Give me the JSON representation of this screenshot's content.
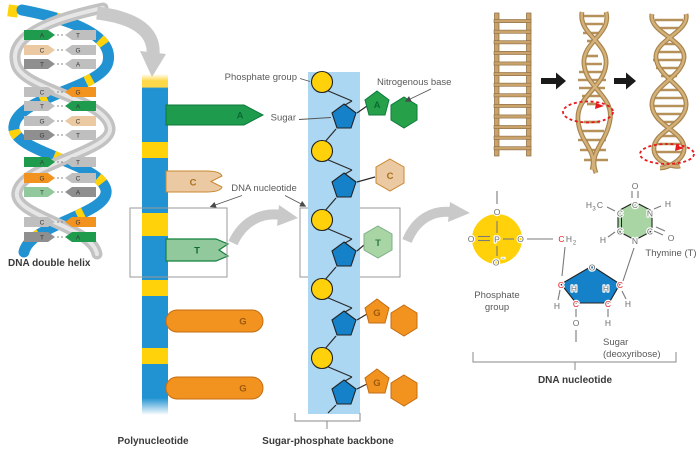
{
  "labels": {
    "dna_double_helix": "DNA double helix",
    "polynucleotide": "Polynucleotide",
    "sugar_phosphate_backbone": "Sugar-phosphate backbone",
    "dna_nucleotide": "DNA nucleotide",
    "phosphate_group": "Phosphate group",
    "sugar": "Sugar",
    "nitrogenous_base": "Nitrogenous base"
  },
  "helix": {
    "pairs": [
      {
        "left": "A",
        "right": "T",
        "left_fill": "#1F9B4D",
        "right_fill": "#BFBFBF"
      },
      {
        "left": "C",
        "right": "G",
        "left_fill": "#EBC9A2",
        "right_fill": "#BFBFBF"
      },
      {
        "left": "T",
        "right": "A",
        "left_fill": "#8F8F8F",
        "right_fill": "#BFBFBF"
      },
      {
        "left": "C",
        "right": "G",
        "left_fill": "#BFBFBF",
        "right_fill": "#F2921F"
      },
      {
        "left": "T",
        "right": "A",
        "left_fill": "#BFBFBF",
        "right_fill": "#1F9B4D"
      },
      {
        "left": "G",
        "right": "C",
        "left_fill": "#BFBFBF",
        "right_fill": "#EBC9A2"
      },
      {
        "left": "G",
        "right": "T",
        "left_fill": "#8F8F8F",
        "right_fill": "#BFBFBF"
      },
      {
        "left": "A",
        "right": "T",
        "left_fill": "#1F9B4D",
        "right_fill": "#BFBFBF"
      },
      {
        "left": "G",
        "right": "C",
        "left_fill": "#F2921F",
        "right_fill": "#BFBFBF"
      },
      {
        "left": "T",
        "right": "A",
        "left_fill": "#92C99C",
        "right_fill": "#8F8F8F"
      },
      {
        "left": "C",
        "right": "G",
        "left_fill": "#BFBFBF",
        "right_fill": "#F2921F"
      },
      {
        "left": "T",
        "right": "A",
        "left_fill": "#8F8F8F",
        "right_fill": "#1F9B4D"
      }
    ]
  },
  "polynucleotide": {
    "bases": [
      {
        "letter": "A",
        "fill": "#1F9B4D",
        "letter_color": "#0A6B33"
      },
      {
        "letter": "C",
        "fill": "#EBC9A2",
        "letter_color": "#A9701C"
      },
      {
        "letter": "T",
        "fill": "#92C99C",
        "letter_color": "#0F6B35"
      },
      {
        "letter": "G",
        "fill": "#F2921F",
        "letter_color": "#9C5A0E"
      },
      {
        "letter": "G",
        "fill": "#F2921F",
        "letter_color": "#9C5A0E"
      }
    ]
  },
  "backbone": {
    "bases": [
      {
        "letter": "A",
        "fill": "#27A149",
        "letter_color": "#0A6B33"
      },
      {
        "letter": "C",
        "fill": "#EBC9A2",
        "letter_color": "#A9701C"
      },
      {
        "letter": "T",
        "fill": "#A9D4A4",
        "letter_color": "#2F7A46"
      },
      {
        "letter": "G",
        "fill": "#F2921F",
        "letter_color": "#9C5A0E"
      },
      {
        "letter": "G",
        "fill": "#F2921F",
        "letter_color": "#9C5A0E"
      }
    ]
  },
  "chem": {
    "atoms": {
      "p": "P",
      "o": "O",
      "n": "N",
      "c": "C",
      "h": "H",
      "minus": "−",
      "sub2": "2",
      "sub3": "3"
    },
    "captions": {
      "phosphate_1": "Phosphate",
      "phosphate_2": "group",
      "sugar_1": "Sugar",
      "sugar_2": "(deoxyribose)",
      "thymine": "Thymine (T)",
      "nucleotide": "DNA nucleotide"
    }
  },
  "colors": {
    "strand_blue": "#2293D2",
    "highlight_yellow": "#FFD20A",
    "adenine_green": "#1F9B4D",
    "cytosine_tan": "#EBC9A2",
    "thymine_light_green": "#92C99C",
    "guanine_orange": "#F2921F",
    "backbone_band_blue": "#ABD7F3",
    "sugar_blue": "#1581C8",
    "phosphate_yellow": "#FFD10A",
    "ladder_tan": "#C9A36B",
    "annotation_red": "#E8191D",
    "label_gray": "#595959"
  }
}
